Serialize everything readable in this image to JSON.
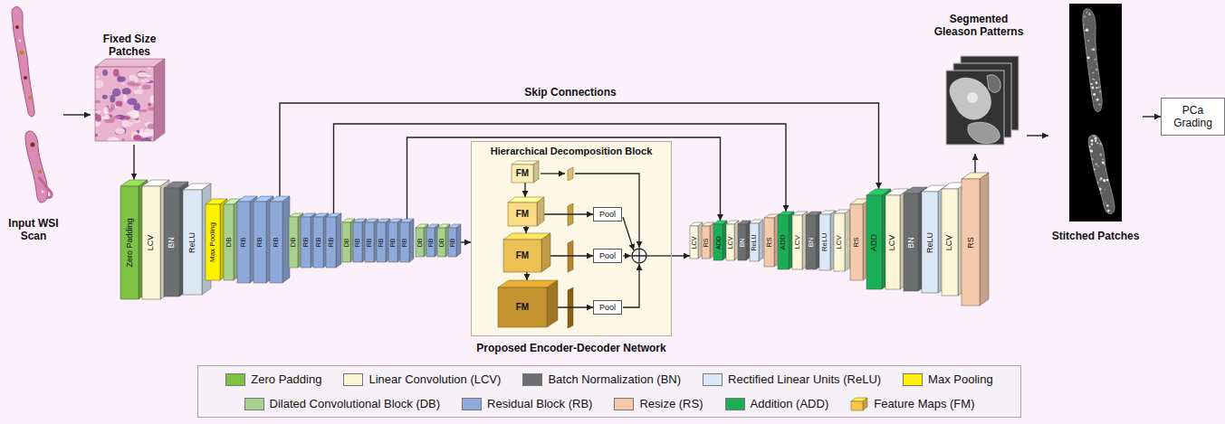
{
  "diagram": {
    "nodes": [
      {
        "text": [
          "Input WSI Scan"
        ]
      },
      {
        "text": [
          "Fixed Size Patches"
        ]
      },
      {
        "text": [
          "Zero Padding"
        ]
      },
      {
        "text": [
          "LCV"
        ]
      },
      {
        "text": [
          "BN"
        ]
      },
      {
        "text": [
          "ReLU"
        ]
      },
      {
        "text": [
          "Max Pooling"
        ]
      },
      {
        "text": [
          "DB"
        ]
      },
      {
        "text": [
          "RB"
        ]
      },
      {
        "text": [
          "RB"
        ]
      },
      {
        "text": [
          "RB"
        ]
      },
      {
        "text": [
          "DB"
        ]
      },
      {
        "text": [
          "RB"
        ]
      },
      {
        "text": [
          "RB"
        ]
      },
      {
        "text": [
          "RB"
        ]
      },
      {
        "text": [
          "DB"
        ]
      },
      {
        "text": [
          "RB"
        ]
      },
      {
        "text": [
          "RB"
        ]
      },
      {
        "text": [
          "RB"
        ]
      },
      {
        "text": [
          "RB"
        ]
      },
      {
        "text": [
          "RB"
        ]
      },
      {
        "text": [
          "DB"
        ]
      },
      {
        "text": [
          "RB"
        ]
      },
      {
        "text": [
          "DB"
        ]
      },
      {
        "text": [
          "RB"
        ]
      },
      {
        "text": [
          "Hierarchical Decomposition Block"
        ]
      },
      {
        "text": [
          "FM"
        ],
        "in": 25
      },
      {
        "text": [
          "FM"
        ],
        "in": 25
      },
      {
        "text": [
          "Pool"
        ],
        "in": 25
      },
      {
        "text": [
          "FM"
        ],
        "in": 25
      },
      {
        "text": [
          "Pool"
        ],
        "in": 25
      },
      {
        "text": [
          "FM"
        ],
        "in": 25
      },
      {
        "text": [
          "Pool"
        ],
        "in": 25
      },
      {
        "text": [
          "LCV"
        ]
      },
      {
        "text": [
          "RS"
        ]
      },
      {
        "text": [
          "ADD"
        ]
      },
      {
        "text": [
          "LCV"
        ]
      },
      {
        "text": [
          "BN"
        ]
      },
      {
        "text": [
          "ReLU"
        ]
      },
      {
        "text": [
          "RS"
        ]
      },
      {
        "text": [
          "ADD"
        ]
      },
      {
        "text": [
          "LCV"
        ]
      },
      {
        "text": [
          "BN"
        ]
      },
      {
        "text": [
          "ReLU"
        ]
      },
      {
        "text": [
          "LCV"
        ]
      },
      {
        "text": [
          "RS"
        ]
      },
      {
        "text": [
          "ADD"
        ]
      },
      {
        "text": [
          "LCV"
        ]
      },
      {
        "text": [
          "BN"
        ]
      },
      {
        "text": [
          "ReLU"
        ]
      },
      {
        "text": [
          "LCV"
        ]
      },
      {
        "text": [
          "RS"
        ]
      },
      {
        "text": [
          "Segmented Gleason Patterns"
        ]
      },
      {
        "text": [
          "Stitched Patches"
        ]
      },
      {
        "text": [
          "PCa Grading"
        ]
      }
    ],
    "edges": [
      {
        "from": 0,
        "to": 1,
        "arrow": "to"
      },
      {
        "from": 1,
        "to": 2,
        "arrow": "to"
      },
      {
        "from": 24,
        "to": 25,
        "arrow": "to"
      },
      {
        "from": 25,
        "to": 33,
        "arrow": "to"
      },
      {
        "from": 10,
        "to": 46,
        "arrow": "to"
      },
      {
        "from": 14,
        "to": 40,
        "arrow": "to"
      },
      {
        "from": 20,
        "to": 35,
        "arrow": "to"
      },
      {
        "from": 26,
        "to": 27,
        "arrow": "to"
      },
      {
        "from": 27,
        "to": 29,
        "arrow": "to"
      },
      {
        "from": 29,
        "to": 31,
        "arrow": "to"
      },
      {
        "from": 27,
        "to": 28,
        "arrow": "to"
      },
      {
        "from": 29,
        "to": 30,
        "arrow": "to"
      },
      {
        "from": 31,
        "to": 32,
        "arrow": "to"
      },
      {
        "from": 51,
        "to": 52,
        "arrow": "to"
      },
      {
        "from": 52,
        "to": 53,
        "arrow": "to"
      },
      {
        "from": 53,
        "to": 54,
        "arrow": "to"
      }
    ],
    "labels": [
      "Skip Connections",
      "Proposed Encoder-Decoder Network"
    ],
    "legend": [
      {
        "text": "Zero Padding",
        "color": "#7dc243"
      },
      {
        "text": "Linear Convolution (LCV)",
        "color": "#fdf5d8"
      },
      {
        "text": "Batch Normalization (BN)",
        "color": "#6d6e70"
      },
      {
        "text": "Rectified Linear Units (ReLU)",
        "color": "#dbe8f5"
      },
      {
        "text": "Max Pooling",
        "color": "#fff200"
      },
      {
        "text": "Dilated Convolutional Block (DB)",
        "color": "#a9d18e"
      },
      {
        "text": "Residual Block (RB)",
        "color": "#8eaadb"
      },
      {
        "text": "Resize (RS)",
        "color": "#f7c9ab"
      },
      {
        "text": "Addition (ADD)",
        "color": "#1aaf54"
      },
      {
        "text": "Feature Maps (FM)"
      }
    ]
  }
}
